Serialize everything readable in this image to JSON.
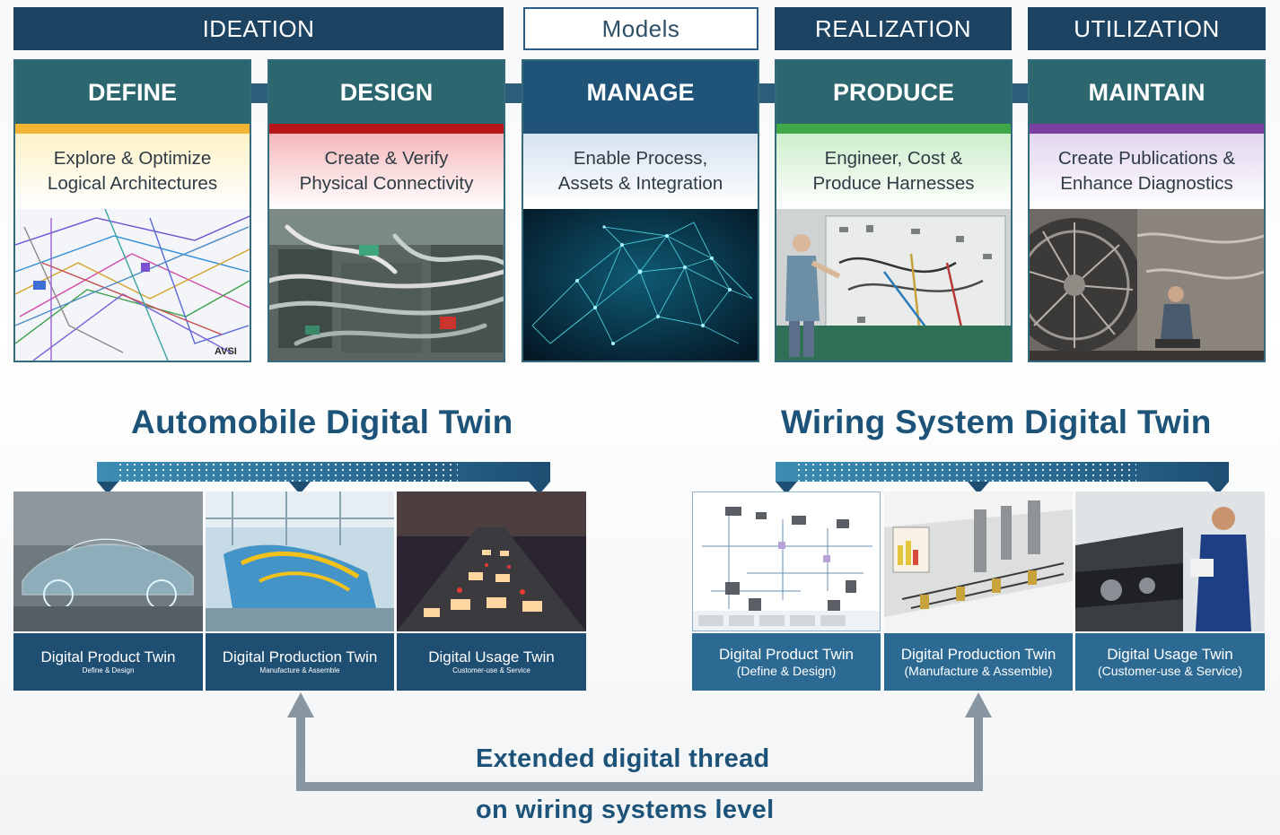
{
  "phases": {
    "ideation": "IDEATION",
    "models": "Models",
    "realization": "REALIZATION",
    "utilization": "UTILIZATION"
  },
  "columns": [
    {
      "title": "DEFINE",
      "desc1": "Explore & Optimize",
      "desc2": "Logical Architectures",
      "stripe": "#f1b533",
      "desc_bg": "#fdf2c8",
      "image": "wiring architecture model"
    },
    {
      "title": "DESIGN",
      "desc1": "Create & Verify",
      "desc2": "Physical Connectivity",
      "stripe": "#b8151b",
      "desc_bg": "#f5b8bb",
      "image": "harness design"
    },
    {
      "title": "MANAGE",
      "desc1": "Enable Process,",
      "desc2": "Assets & Integration",
      "stripe": "#21527a",
      "desc_bg": "#d6e2f0",
      "image": "network mesh"
    },
    {
      "title": "PRODUCE",
      "desc1": "Engineer, Cost &",
      "desc2": "Produce Harnesses",
      "stripe": "#41a84a",
      "desc_bg": "#cdeecb",
      "image": "harness production board"
    },
    {
      "title": "MAINTAIN",
      "desc1": "Create Publications &",
      "desc2": "Enhance Diagnostics",
      "stripe": "#7b3fa0",
      "desc_bg": "#e2d6ee",
      "image": "engine maintenance"
    }
  ],
  "define_logo": "AVSI",
  "automobile": {
    "title": "Automobile Digital Twin",
    "cards": [
      {
        "l1": "Digital Product Twin",
        "l2": "Define & Design"
      },
      {
        "l1": "Digital Production Twin",
        "l2": "Manufacture & Assemble"
      },
      {
        "l1": "Digital Usage Twin",
        "l2": "Customer-use & Service"
      }
    ]
  },
  "wiring": {
    "title": "Wiring System Digital Twin",
    "cards": [
      {
        "l1": "Digital Product Twin",
        "l2": "(Define & Design)"
      },
      {
        "l1": "Digital Production Twin",
        "l2": "(Manufacture & Assemble)"
      },
      {
        "l1": "Digital Usage Twin",
        "l2": "(Customer-use & Service)"
      }
    ]
  },
  "footer": {
    "line1": "Extended digital thread",
    "line2": "on wiring systems level"
  },
  "colors": {
    "navy": "#1d4363",
    "teal": "#2c6770",
    "title_blue": "#1e5379",
    "arrow_gray": "#8796a1"
  }
}
